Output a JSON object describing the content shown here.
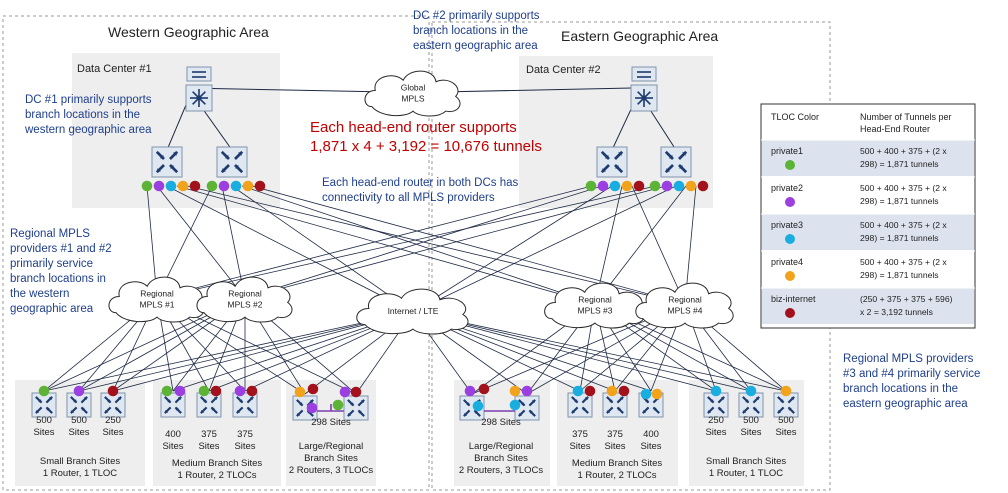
{
  "areas": {
    "western": {
      "title": "Western Geographic Area"
    },
    "eastern": {
      "title": "Eastern Geographic Area"
    }
  },
  "data_centers": {
    "dc1": {
      "label": "Data Center  #1",
      "note_lines": [
        "DC #1 primarily supports",
        "branch locations in the",
        "western geographic area"
      ]
    },
    "dc2": {
      "label": "Data Center  #2",
      "note_lines": [
        "DC #2  primarily supports",
        "branch locations in the",
        "eastern geographic area"
      ]
    }
  },
  "clouds": {
    "global_mpls": [
      "Global",
      "MPLS"
    ],
    "regional1": [
      "Regional",
      "MPLS #1"
    ],
    "regional2": [
      "Regional",
      "MPLS #2"
    ],
    "internet": [
      "Internet / LTE"
    ],
    "regional3": [
      "Regional",
      "MPLS #3"
    ],
    "regional4": [
      "Regional",
      "MPLS #4"
    ]
  },
  "headline": {
    "lines": [
      "Each head-end router supports",
      "1,871 x 4 + 3,192 = 10,676 tunnels"
    ],
    "color": "#c00000"
  },
  "connectivity_note": {
    "lines": [
      "Each head-end router  in both DCs has",
      "connectivity to all MPLS providers"
    ]
  },
  "regional_notes": {
    "west": [
      "Regional MPLS",
      "providers #1 and #2",
      "primarily service",
      "branch locations in",
      "the  western",
      "geographic area"
    ],
    "east": [
      "Regional MPLS providers",
      "#3 and #4 primarily service",
      "branch locations in the",
      "eastern geographic area"
    ]
  },
  "legend": {
    "header": {
      "color_col": "TLOC Color",
      "tunnels_col": [
        "Number of Tunnels per",
        "Head-End Router"
      ]
    },
    "rows": [
      {
        "name": "private1",
        "color": "#5cb335",
        "lines": [
          "500 + 400 + 375 + (2 x",
          "298) = 1,871 tunnels"
        ]
      },
      {
        "name": "private2",
        "color": "#9b3fe0",
        "lines": [
          "500 + 400 + 375 + (2 x",
          "298) = 1,871 tunnels"
        ]
      },
      {
        "name": "private3",
        "color": "#1aaee0",
        "lines": [
          "500 + 400 + 375 + (2 x",
          "298) = 1,871 tunnels"
        ]
      },
      {
        "name": "private4",
        "color": "#f2a31c",
        "lines": [
          "500 + 400 + 375 + (2 x",
          "298) = 1,871 tunnels"
        ]
      },
      {
        "name": "biz-internet",
        "color": "#a3121c",
        "lines": [
          "(250 + 375 + 375 + 596)",
          "x 2 = 3,192 tunnels"
        ]
      }
    ]
  },
  "branch_groups": [
    {
      "id": "w-small",
      "sites": [
        [
          "500",
          "Sites"
        ],
        [
          "500",
          "Sites"
        ],
        [
          "250",
          "Sites"
        ]
      ],
      "footer": [
        "Small Branch Sites",
        "1 Router, 1 TLOC"
      ]
    },
    {
      "id": "w-medium",
      "sites": [
        [
          "400",
          "Sites"
        ],
        [
          "375",
          "Sites"
        ],
        [
          "375",
          "Sites"
        ]
      ],
      "footer": [
        "Medium Branch Sites",
        "1 Router, 2 TLOCs"
      ]
    },
    {
      "id": "w-large",
      "sites": [
        [
          "298 Sites"
        ]
      ],
      "footer": [
        "Large/Regional",
        "Branch Sites",
        "2 Routers, 3 TLOCs"
      ]
    },
    {
      "id": "e-large",
      "sites": [
        [
          "298 Sites"
        ]
      ],
      "footer": [
        "Large/Regional",
        "Branch Sites",
        "2 Routers, 3 TLOCs"
      ]
    },
    {
      "id": "e-medium",
      "sites": [
        [
          "375",
          "Sites"
        ],
        [
          "375",
          "Sites"
        ],
        [
          "400",
          "Sites"
        ]
      ],
      "footer": [
        "Medium Branch Sites",
        "1 Router, 2 TLOCs"
      ]
    },
    {
      "id": "e-small",
      "sites": [
        [
          "250",
          "Sites"
        ],
        [
          "500",
          "Sites"
        ],
        [
          "500",
          "Sites"
        ]
      ],
      "footer": [
        "Small Branch Sites",
        "1 Router, 1 TLOC"
      ]
    }
  ],
  "colors": {
    "note_blue": "#1f3f8c",
    "panel_gray": "#eeeeee",
    "router_fill": "#dfe8f1",
    "router_arrows": "#1e3a6e",
    "line": "#1e2a44"
  }
}
